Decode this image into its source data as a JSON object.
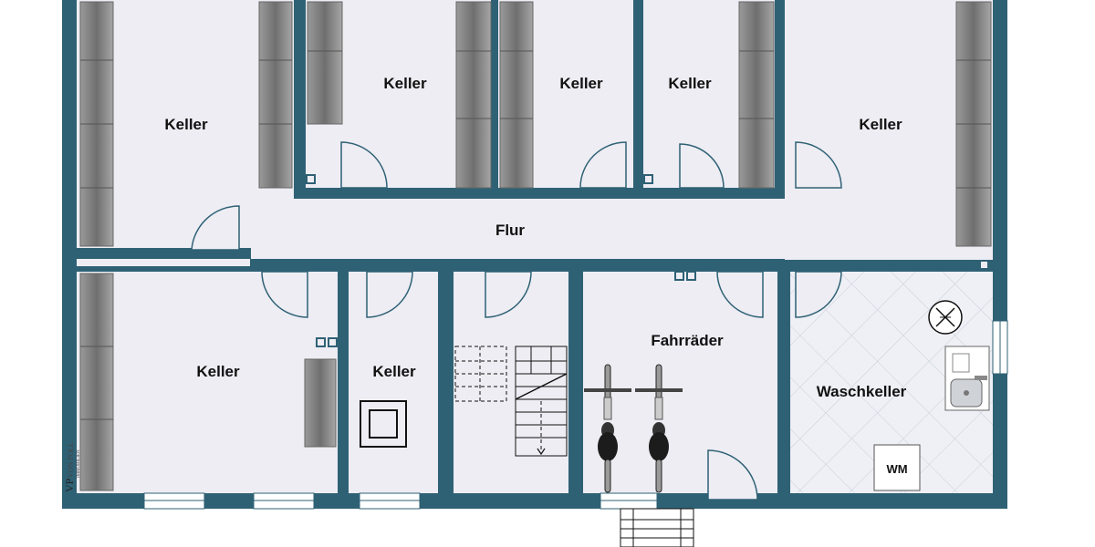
{
  "plan": {
    "colors": {
      "wall": "#2f6175",
      "floor": "#ededf3",
      "tile_line": "#c9ced8",
      "shelf": "#8c8c8c"
    },
    "rooms": [
      {
        "id": "keller-1",
        "label": "Keller"
      },
      {
        "id": "keller-2",
        "label": "Keller"
      },
      {
        "id": "keller-3",
        "label": "Keller"
      },
      {
        "id": "keller-4",
        "label": "Keller"
      },
      {
        "id": "keller-5",
        "label": "Keller"
      },
      {
        "id": "flur",
        "label": "Flur"
      },
      {
        "id": "keller-6",
        "label": "Keller"
      },
      {
        "id": "keller-7",
        "label": "Keller"
      },
      {
        "id": "fahrraeder",
        "label": "Fahrräder"
      },
      {
        "id": "waschkeller",
        "label": "Waschkeller"
      }
    ],
    "appliances": {
      "washing_machine": "WM"
    },
    "logo": {
      "mark": "VP",
      "name": "VON POLL",
      "sub": "IMMOBILIEN"
    },
    "icons": [
      "bicycle-icon",
      "sink-icon",
      "floor-drain-icon",
      "staircase-icon",
      "chimney-icon"
    ]
  }
}
